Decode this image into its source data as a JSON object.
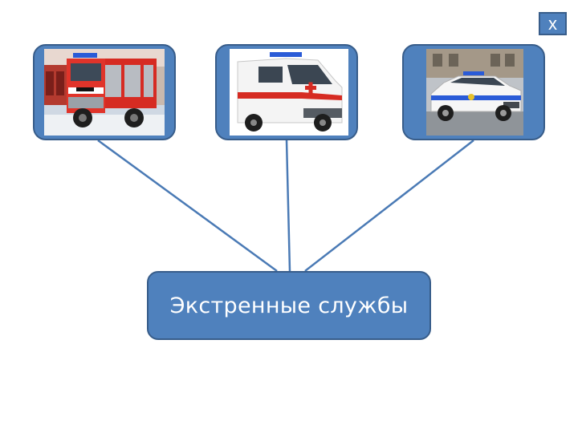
{
  "diagram": {
    "center_label": "Экстренные службы",
    "close_label": "x",
    "nodes": [
      {
        "id": "fire-truck",
        "icon": "fire-truck-photo"
      },
      {
        "id": "ambulance",
        "icon": "ambulance-photo"
      },
      {
        "id": "police-car",
        "icon": "police-car-photo"
      }
    ]
  },
  "colors": {
    "box_fill": "#4f81bd",
    "box_border": "#385d8a",
    "line": "#4a7ab5",
    "text": "#ffffff"
  }
}
